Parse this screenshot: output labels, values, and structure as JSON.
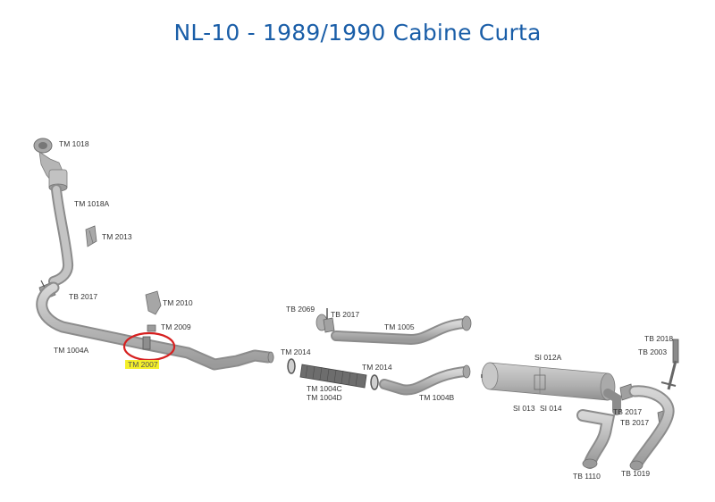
{
  "title": "NL-10 - 1989/1990 Cabine Curta",
  "colors": {
    "title": "#1a5ea8",
    "pipe": "#b9b9b9",
    "pipe_edge": "#8c8c8c",
    "highlight_marker": "#f4ef2a",
    "circle": "#d62020"
  },
  "labels": {
    "tm1018": "TM 1018",
    "tm1018a": "TM 1018A",
    "tm2013": "TM 2013",
    "tb2017_a": "TB 2017",
    "tm2010": "TM 2010",
    "tm2009": "TM 2009",
    "tm1004a": "TM 1004A",
    "tm2007": "TM 2007",
    "tb2069": "TB 2069",
    "tb2017_b": "TB 2017",
    "tm1005": "TM 1005",
    "tm2014_a": "TM 2014",
    "tm2014_b": "TM 2014",
    "tm1004c": "TM 1004C",
    "tm1004d": "TM 1004D",
    "tm1004b": "TM 1004B",
    "si012a": "SI 012A",
    "si013": "SI 013",
    "si014": "SI 014",
    "tb2018": "TB 2018",
    "tb2003": "TB 2003",
    "tb2017_c": "TB 2017",
    "tb2017_d": "TB 2017",
    "tb1110": "TB 1110",
    "tb1019": "TB 1019"
  }
}
